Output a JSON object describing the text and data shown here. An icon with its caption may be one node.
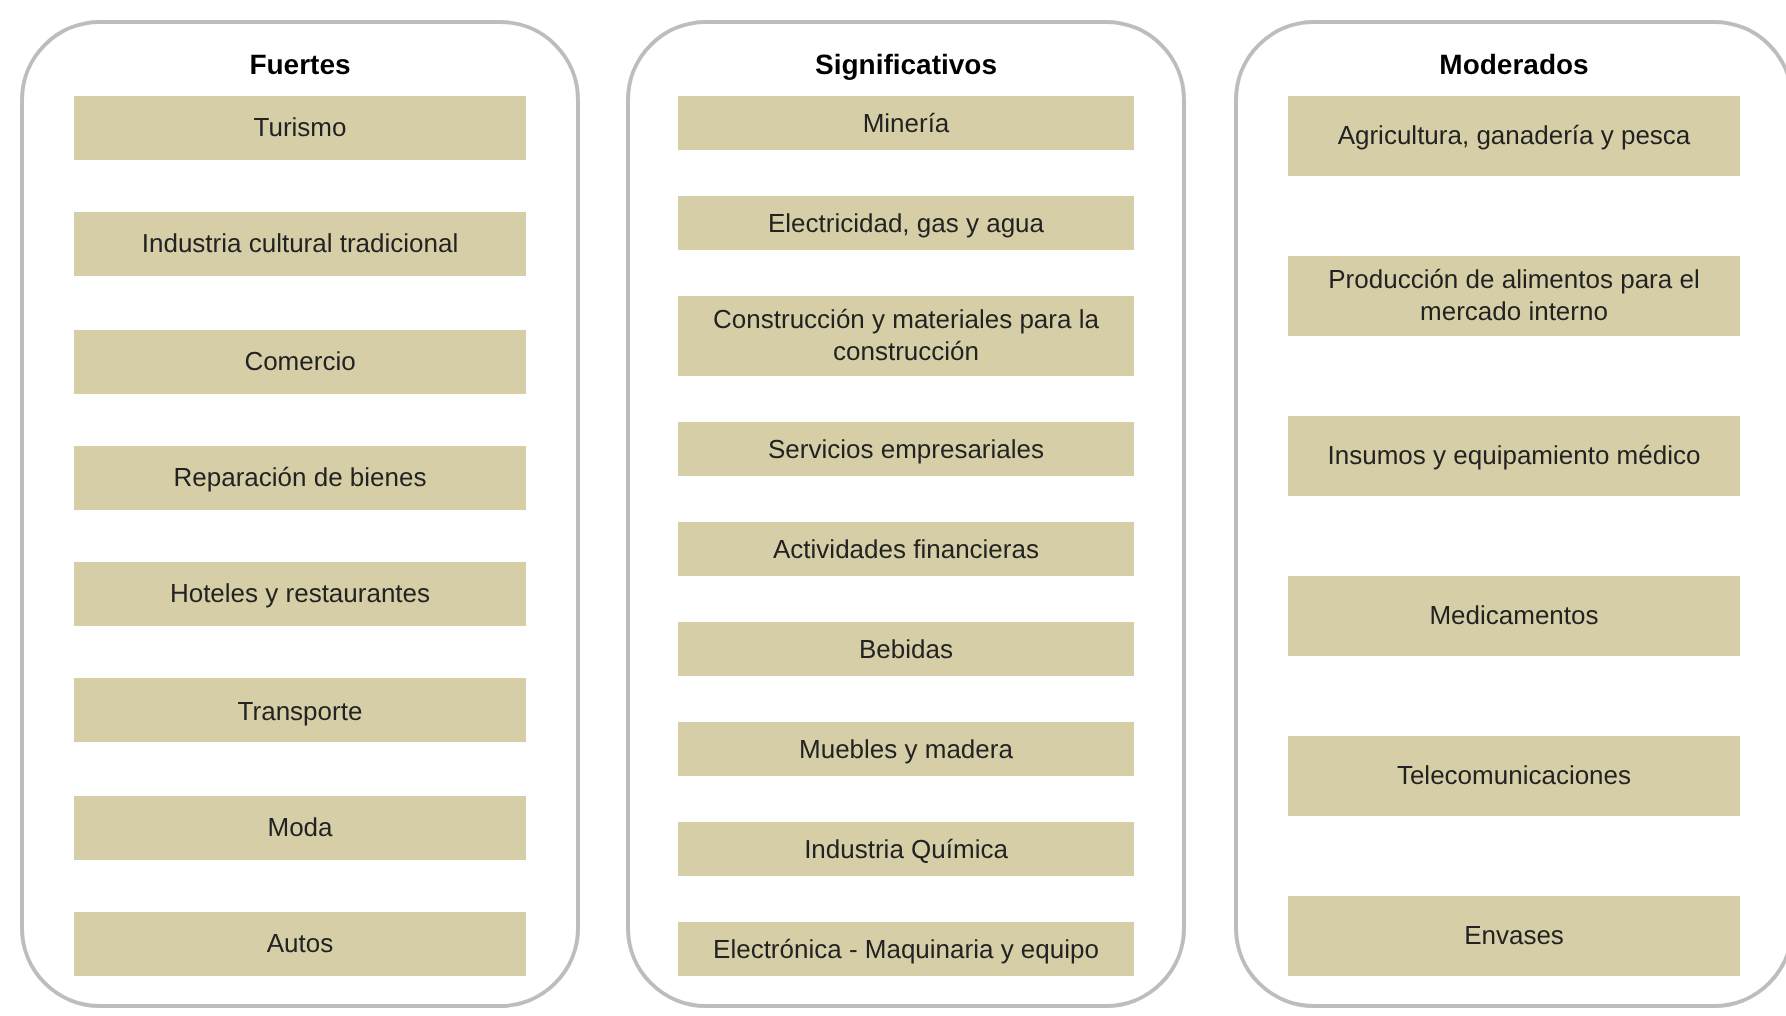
{
  "diagram": {
    "nodes": [
      {
        "text": [
          "Fuertes"
        ]
      },
      {
        "text": [
          "Turismo"
        ],
        "in": 0
      },
      {
        "text": [
          "Industria cultural tradicional"
        ],
        "in": 0
      },
      {
        "text": [
          "Comercio"
        ],
        "in": 0
      },
      {
        "text": [
          "Reparación de bienes"
        ],
        "in": 0
      },
      {
        "text": [
          "Hoteles y restaurantes"
        ],
        "in": 0
      },
      {
        "text": [
          "Transporte"
        ],
        "in": 0
      },
      {
        "text": [
          "Moda"
        ],
        "in": 0
      },
      {
        "text": [
          "Autos"
        ],
        "in": 0
      },
      {
        "text": [
          "Significativos"
        ]
      },
      {
        "text": [
          "Minería"
        ],
        "in": 9
      },
      {
        "text": [
          "Electricidad, gas y agua"
        ],
        "in": 9
      },
      {
        "text": [
          "Construcción y materiales para la construcción"
        ],
        "in": 9
      },
      {
        "text": [
          "Servicios empresariales"
        ],
        "in": 9
      },
      {
        "text": [
          "Actividades financieras"
        ],
        "in": 9
      },
      {
        "text": [
          "Bebidas"
        ],
        "in": 9
      },
      {
        "text": [
          "Muebles y madera"
        ],
        "in": 9
      },
      {
        "text": [
          "Industria Química"
        ],
        "in": 9
      },
      {
        "text": [
          "Electrónica - Maquinaria y equipo"
        ],
        "in": 9
      },
      {
        "text": [
          "Moderados"
        ]
      },
      {
        "text": [
          "Agricultura, ganadería y pesca"
        ],
        "in": 19
      },
      {
        "text": [
          "Producción de alimentos para el mercado interno"
        ],
        "in": 19
      },
      {
        "text": [
          "Insumos y equipamiento médico"
        ],
        "in": 19
      },
      {
        "text": [
          "Medicamentos"
        ],
        "in": 19
      },
      {
        "text": [
          "Telecomunicaciones"
        ],
        "in": 19
      },
      {
        "text": [
          "Envases"
        ],
        "in": 19
      }
    ],
    "edges": []
  }
}
